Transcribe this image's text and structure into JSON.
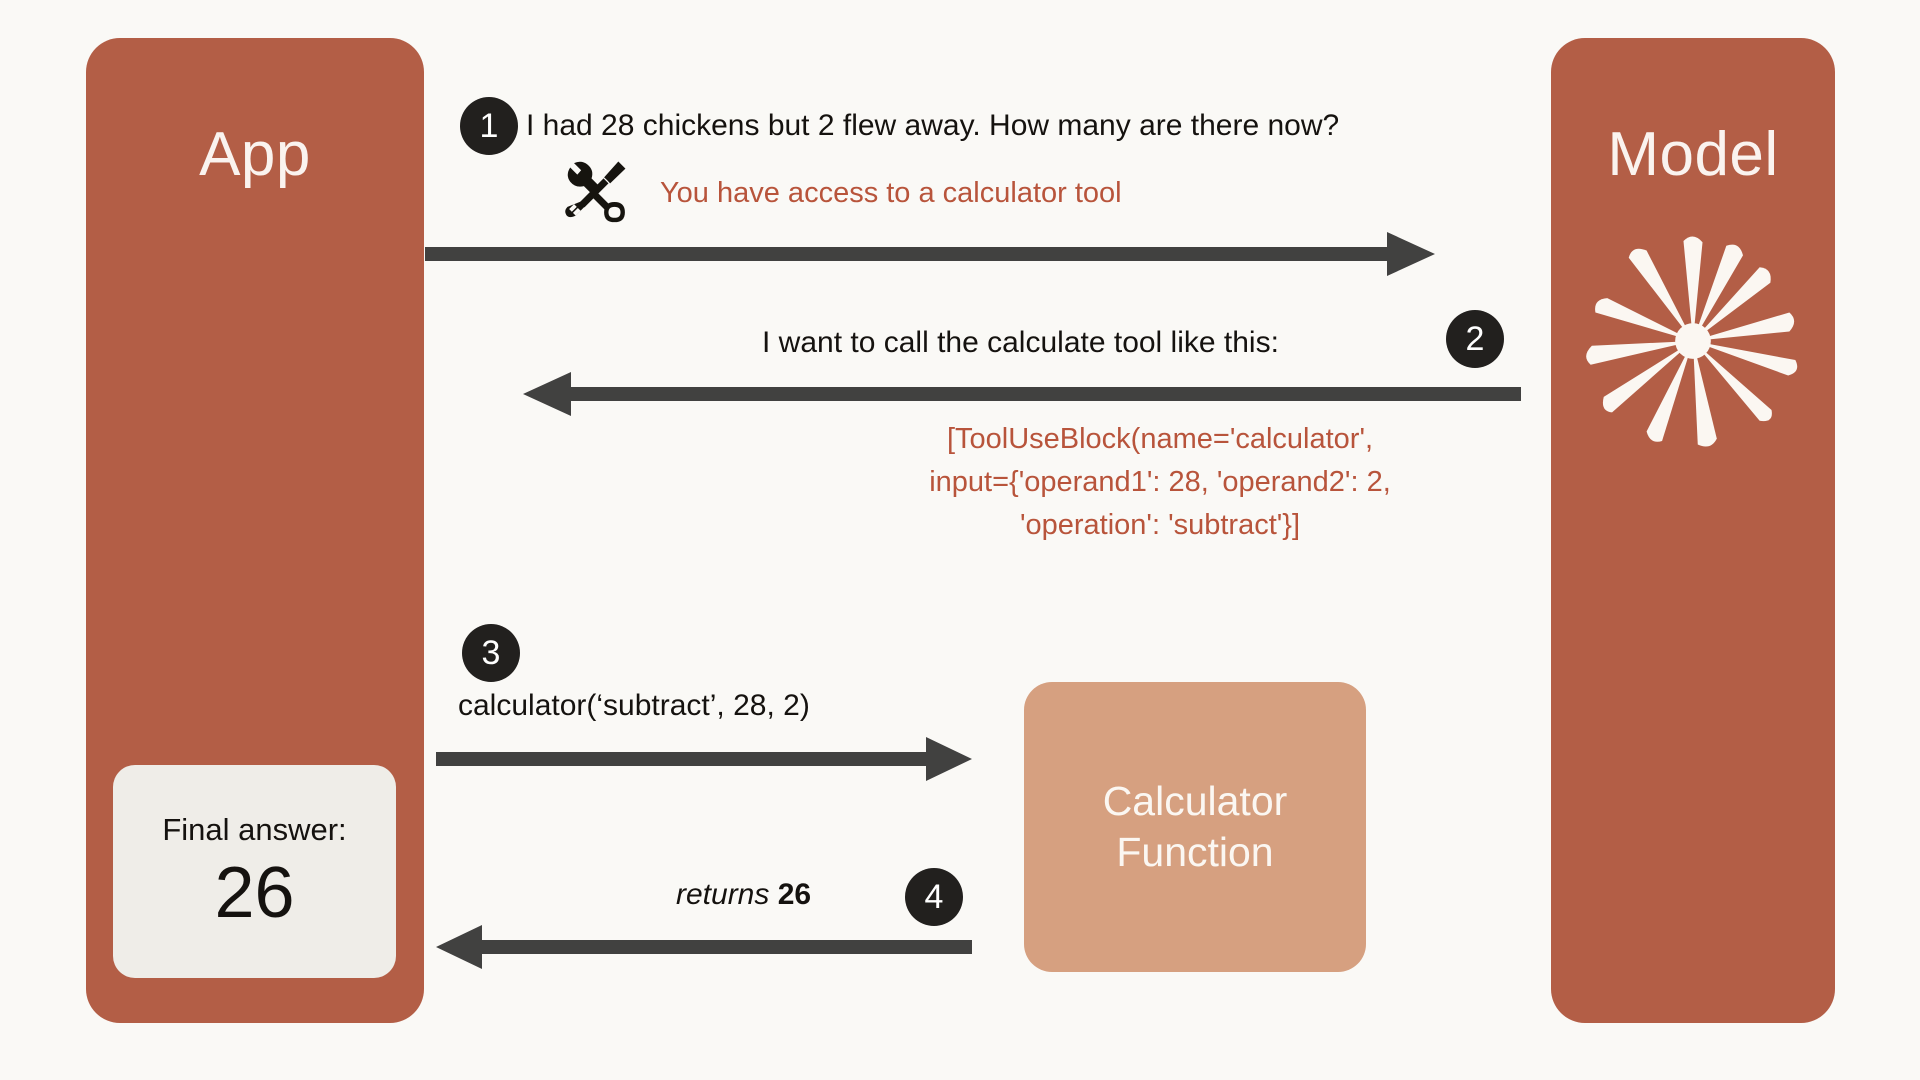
{
  "diagram": {
    "title": "Tool use request / response flow",
    "background_color": "#FAF9F6",
    "accent_color": "#B35E46",
    "code_color": "#B8543B",
    "arrow_color": "#414140",
    "calculator_box_color": "#D6A080"
  },
  "app_panel": {
    "title": "App",
    "final_answer": {
      "label": "Final answer:",
      "value": "26"
    }
  },
  "model_panel": {
    "title": "Model",
    "logo_icon": "anthropic-starburst-icon"
  },
  "calculator_box": {
    "line1": "Calculator",
    "line2": "Function"
  },
  "steps": [
    {
      "number": "1",
      "text": "I had 28 chickens but 2 flew away. How many are there now?",
      "tool_note": "You have access to a calculator tool",
      "tool_icon": "tools-icon",
      "direction": "app-to-model"
    },
    {
      "number": "2",
      "text": "I want to call the calculate tool like this:",
      "code": "[ToolUseBlock(name='calculator',\ninput={'operand1': 28, 'operand2': 2,\n'operation': 'subtract'}]",
      "direction": "model-to-app"
    },
    {
      "number": "3",
      "text": "calculator(‘subtract’, 28, 2)",
      "direction": "app-to-calculator"
    },
    {
      "number": "4",
      "text_italic": "returns",
      "text_bold": "26",
      "direction": "calculator-to-app"
    }
  ]
}
